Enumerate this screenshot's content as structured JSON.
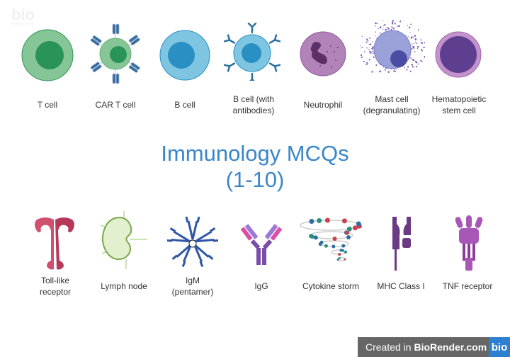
{
  "watermark": {
    "logo": "bio",
    "sub": "RENDER"
  },
  "title": {
    "line1": "Immunology MCQs",
    "line2": "(1-10)"
  },
  "row1": [
    {
      "label": "T cell",
      "icon": "t-cell-icon"
    },
    {
      "label": "CAR T cell",
      "icon": "car-t-cell-icon"
    },
    {
      "label": "B cell",
      "icon": "b-cell-icon"
    },
    {
      "label1": "B cell (with",
      "label2": "antibodies)",
      "icon": "b-cell-antibodies-icon"
    },
    {
      "label": "Neutrophil",
      "icon": "neutrophil-icon"
    },
    {
      "label1": "Mast cell",
      "label2": "(degranulating)",
      "icon": "mast-cell-icon"
    },
    {
      "label1": "Hematopoietic",
      "label2": "stem cell",
      "icon": "stem-cell-icon"
    }
  ],
  "row2": [
    {
      "label1": "Toll-like",
      "label2": "receptor",
      "icon": "toll-like-receptor-icon"
    },
    {
      "label": "Lymph node",
      "icon": "lymph-node-icon"
    },
    {
      "label1": "IgM",
      "label2": "(pentamer)",
      "icon": "igm-icon"
    },
    {
      "label": "IgG",
      "icon": "igg-icon"
    },
    {
      "label": "Cytokine storm",
      "icon": "cytokine-storm-icon"
    },
    {
      "label": "MHC Class I",
      "icon": "mhc-class-i-icon"
    },
    {
      "label": "TNF receptor",
      "icon": "tnf-receptor-icon"
    }
  ],
  "badge": {
    "prefix": "Created in ",
    "brand": "BioRender.com",
    "logo": "bio"
  },
  "colors": {
    "title": "#3a86c8",
    "tcell": "#86c596",
    "tcell_nucleus": "#2a9356",
    "bcell": "#7ec5e2",
    "bcell_nucleus": "#2a8fc2",
    "purple": "#6b3a84",
    "badge_bg": "#666666",
    "badge_logo": "#2f7fd0"
  }
}
